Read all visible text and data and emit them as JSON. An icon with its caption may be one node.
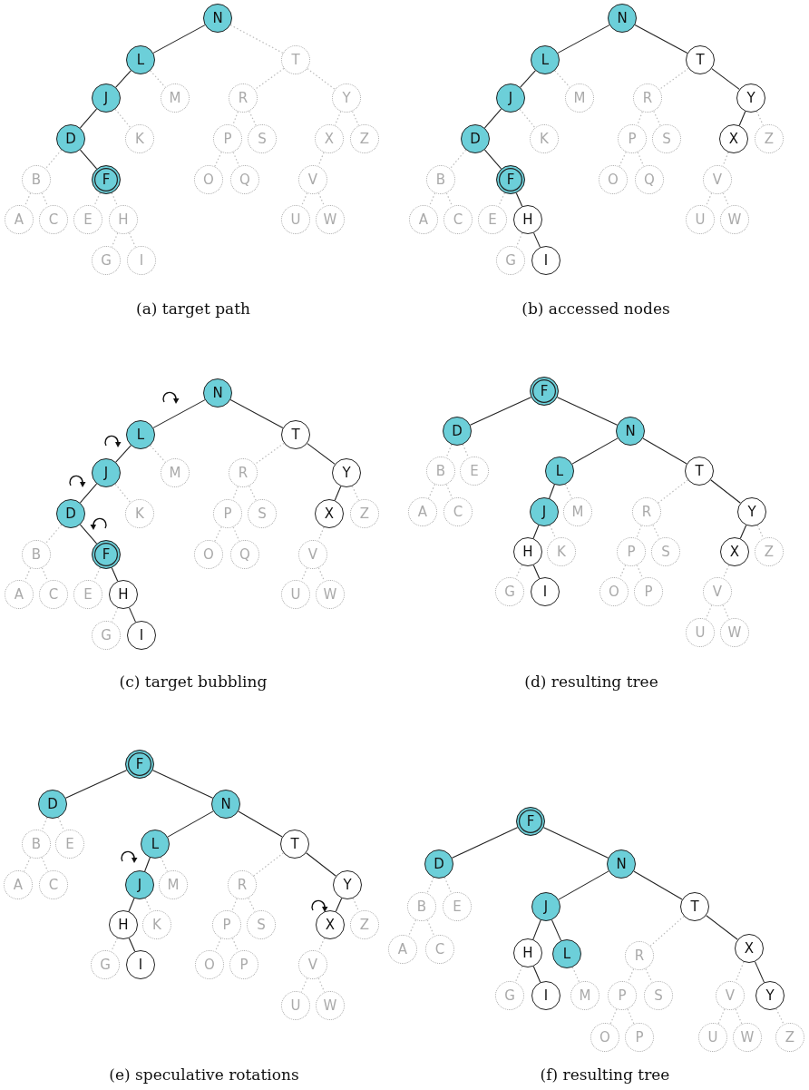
{
  "diagram": {
    "nodes": [
      {
        "text": [
          "N"
        ]
      },
      {
        "text": [
          "L"
        ]
      },
      {
        "text": [
          "T"
        ]
      },
      {
        "text": [
          "J"
        ]
      },
      {
        "text": [
          "M"
        ]
      },
      {
        "text": [
          "R"
        ]
      },
      {
        "text": [
          "Y"
        ]
      },
      {
        "text": [
          "D"
        ]
      },
      {
        "text": [
          "K"
        ]
      },
      {
        "text": [
          "P"
        ]
      },
      {
        "text": [
          "S"
        ]
      },
      {
        "text": [
          "X"
        ]
      },
      {
        "text": [
          "Z"
        ]
      },
      {
        "text": [
          "B"
        ]
      },
      {
        "text": [
          "F"
        ]
      },
      {
        "text": [
          "O"
        ]
      },
      {
        "text": [
          "Q"
        ]
      },
      {
        "text": [
          "V"
        ]
      },
      {
        "text": [
          "A"
        ]
      },
      {
        "text": [
          "C"
        ]
      },
      {
        "text": [
          "E"
        ]
      },
      {
        "text": [
          "H"
        ]
      },
      {
        "text": [
          "U"
        ]
      },
      {
        "text": [
          "W"
        ]
      },
      {
        "text": [
          "G"
        ]
      },
      {
        "text": [
          "I"
        ]
      },
      {
        "text": [
          "N"
        ]
      },
      {
        "text": [
          "L"
        ]
      },
      {
        "text": [
          "T"
        ]
      },
      {
        "text": [
          "J"
        ]
      },
      {
        "text": [
          "M"
        ]
      },
      {
        "text": [
          "R"
        ]
      },
      {
        "text": [
          "Y"
        ]
      },
      {
        "text": [
          "D"
        ]
      },
      {
        "text": [
          "K"
        ]
      },
      {
        "text": [
          "P"
        ]
      },
      {
        "text": [
          "S"
        ]
      },
      {
        "text": [
          "X"
        ]
      },
      {
        "text": [
          "Z"
        ]
      },
      {
        "text": [
          "B"
        ]
      },
      {
        "text": [
          "F"
        ]
      },
      {
        "text": [
          "O"
        ]
      },
      {
        "text": [
          "Q"
        ]
      },
      {
        "text": [
          "V"
        ]
      },
      {
        "text": [
          "A"
        ]
      },
      {
        "text": [
          "C"
        ]
      },
      {
        "text": [
          "E"
        ]
      },
      {
        "text": [
          "H"
        ]
      },
      {
        "text": [
          "U"
        ]
      },
      {
        "text": [
          "W"
        ]
      },
      {
        "text": [
          "G"
        ]
      },
      {
        "text": [
          "I"
        ]
      },
      {
        "text": [
          "N"
        ]
      },
      {
        "text": [
          "L"
        ]
      },
      {
        "text": [
          "T"
        ]
      },
      {
        "text": [
          "J"
        ]
      },
      {
        "text": [
          "M"
        ]
      },
      {
        "text": [
          "R"
        ]
      },
      {
        "text": [
          "Y"
        ]
      },
      {
        "text": [
          "D"
        ]
      },
      {
        "text": [
          "K"
        ]
      },
      {
        "text": [
          "P"
        ]
      },
      {
        "text": [
          "S"
        ]
      },
      {
        "text": [
          "X"
        ]
      },
      {
        "text": [
          "Z"
        ]
      },
      {
        "text": [
          "B"
        ]
      },
      {
        "text": [
          "F"
        ]
      },
      {
        "text": [
          "O"
        ]
      },
      {
        "text": [
          "Q"
        ]
      },
      {
        "text": [
          "V"
        ]
      },
      {
        "text": [
          "A"
        ]
      },
      {
        "text": [
          "C"
        ]
      },
      {
        "text": [
          "E"
        ]
      },
      {
        "text": [
          "H"
        ]
      },
      {
        "text": [
          "U"
        ]
      },
      {
        "text": [
          "W"
        ]
      },
      {
        "text": [
          "G"
        ]
      },
      {
        "text": [
          "I"
        ]
      },
      {
        "text": [
          "F"
        ]
      },
      {
        "text": [
          "D"
        ]
      },
      {
        "text": [
          "N"
        ]
      },
      {
        "text": [
          "B"
        ]
      },
      {
        "text": [
          "E"
        ]
      },
      {
        "text": [
          "L"
        ]
      },
      {
        "text": [
          "T"
        ]
      },
      {
        "text": [
          "A"
        ]
      },
      {
        "text": [
          "C"
        ]
      },
      {
        "text": [
          "J"
        ]
      },
      {
        "text": [
          "M"
        ]
      },
      {
        "text": [
          "R"
        ]
      },
      {
        "text": [
          "Y"
        ]
      },
      {
        "text": [
          "H"
        ]
      },
      {
        "text": [
          "K"
        ]
      },
      {
        "text": [
          "P"
        ]
      },
      {
        "text": [
          "S"
        ]
      },
      {
        "text": [
          "X"
        ]
      },
      {
        "text": [
          "Z"
        ]
      },
      {
        "text": [
          "G"
        ]
      },
      {
        "text": [
          "I"
        ]
      },
      {
        "text": [
          "O"
        ]
      },
      {
        "text": [
          "P"
        ]
      },
      {
        "text": [
          "V"
        ]
      },
      {
        "text": [
          "U"
        ]
      },
      {
        "text": [
          "W"
        ]
      },
      {
        "text": [
          "F"
        ]
      },
      {
        "text": [
          "D"
        ]
      },
      {
        "text": [
          "N"
        ]
      },
      {
        "text": [
          "B"
        ]
      },
      {
        "text": [
          "E"
        ]
      },
      {
        "text": [
          "L"
        ]
      },
      {
        "text": [
          "T"
        ]
      },
      {
        "text": [
          "A"
        ]
      },
      {
        "text": [
          "C"
        ]
      },
      {
        "text": [
          "J"
        ]
      },
      {
        "text": [
          "M"
        ]
      },
      {
        "text": [
          "R"
        ]
      },
      {
        "text": [
          "Y"
        ]
      },
      {
        "text": [
          "H"
        ]
      },
      {
        "text": [
          "K"
        ]
      },
      {
        "text": [
          "P"
        ]
      },
      {
        "text": [
          "S"
        ]
      },
      {
        "text": [
          "X"
        ]
      },
      {
        "text": [
          "Z"
        ]
      },
      {
        "text": [
          "G"
        ]
      },
      {
        "text": [
          "I"
        ]
      },
      {
        "text": [
          "O"
        ]
      },
      {
        "text": [
          "P"
        ]
      },
      {
        "text": [
          "V"
        ]
      },
      {
        "text": [
          "U"
        ]
      },
      {
        "text": [
          "W"
        ]
      },
      {
        "text": [
          "F"
        ]
      },
      {
        "text": [
          "D"
        ]
      },
      {
        "text": [
          "N"
        ]
      },
      {
        "text": [
          "B"
        ]
      },
      {
        "text": [
          "E"
        ]
      },
      {
        "text": [
          "J"
        ]
      },
      {
        "text": [
          "T"
        ]
      },
      {
        "text": [
          "A"
        ]
      },
      {
        "text": [
          "C"
        ]
      },
      {
        "text": [
          "H"
        ]
      },
      {
        "text": [
          "L"
        ]
      },
      {
        "text": [
          "R"
        ]
      },
      {
        "text": [
          "X"
        ]
      },
      {
        "text": [
          "G"
        ]
      },
      {
        "text": [
          "I"
        ]
      },
      {
        "text": [
          "M"
        ]
      },
      {
        "text": [
          "P"
        ]
      },
      {
        "text": [
          "S"
        ]
      },
      {
        "text": [
          "V"
        ]
      },
      {
        "text": [
          "Y"
        ]
      },
      {
        "text": [
          "O"
        ]
      },
      {
        "text": [
          "P"
        ]
      },
      {
        "text": [
          "U"
        ]
      },
      {
        "text": [
          "W"
        ]
      },
      {
        "text": [
          "Z"
        ]
      }
    ],
    "edges": [
      {
        "from": 0,
        "to": 1,
        "arrow": "none",
        "color": "#222222"
      },
      {
        "from": 0,
        "to": 2,
        "arrow": "none",
        "style": "dashed"
      },
      {
        "from": 1,
        "to": 3,
        "arrow": "none",
        "color": "#222222"
      },
      {
        "from": 1,
        "to": 4,
        "arrow": "none",
        "style": "dashed"
      },
      {
        "from": 2,
        "to": 5,
        "arrow": "none",
        "style": "dashed"
      },
      {
        "from": 2,
        "to": 6,
        "arrow": "none",
        "style": "dashed"
      },
      {
        "from": 3,
        "to": 7,
        "arrow": "none",
        "color": "#222222"
      },
      {
        "from": 3,
        "to": 8,
        "arrow": "none",
        "style": "dashed"
      },
      {
        "from": 5,
        "to": 9,
        "arrow": "none",
        "style": "dashed"
      },
      {
        "from": 5,
        "to": 10,
        "arrow": "none",
        "style": "dashed"
      },
      {
        "from": 6,
        "to": 11,
        "arrow": "none",
        "style": "dashed"
      },
      {
        "from": 6,
        "to": 12,
        "arrow": "none",
        "style": "dashed"
      },
      {
        "from": 7,
        "to": 13,
        "arrow": "none",
        "style": "dashed"
      },
      {
        "from": 7,
        "to": 14,
        "arrow": "none",
        "color": "#222222"
      },
      {
        "from": 9,
        "to": 15,
        "arrow": "none",
        "style": "dashed"
      },
      {
        "from": 9,
        "to": 16,
        "arrow": "none",
        "style": "dashed"
      },
      {
        "from": 11,
        "to": 17,
        "arrow": "none",
        "style": "dashed"
      },
      {
        "from": 13,
        "to": 18,
        "arrow": "none",
        "style": "dashed"
      },
      {
        "from": 13,
        "to": 19,
        "arrow": "none",
        "style": "dashed"
      },
      {
        "from": 14,
        "to": 20,
        "arrow": "none",
        "style": "dashed"
      },
      {
        "from": 14,
        "to": 21,
        "arrow": "none",
        "style": "dashed"
      },
      {
        "from": 17,
        "to": 22,
        "arrow": "none",
        "style": "dashed"
      },
      {
        "from": 17,
        "to": 23,
        "arrow": "none",
        "style": "dashed"
      },
      {
        "from": 21,
        "to": 24,
        "arrow": "none",
        "style": "dashed"
      },
      {
        "from": 21,
        "to": 25,
        "arrow": "none",
        "style": "dashed"
      },
      {
        "from": 26,
        "to": 27,
        "arrow": "none",
        "color": "#222222"
      },
      {
        "from": 26,
        "to": 28,
        "arrow": "none",
        "color": "#222222"
      },
      {
        "from": 27,
        "to": 29,
        "arrow": "none",
        "color": "#222222"
      },
      {
        "from": 27,
        "to": 30,
        "arrow": "none",
        "style": "dashed"
      },
      {
        "from": 28,
        "to": 31,
        "arrow": "none",
        "style": "dashed"
      },
      {
        "from": 28,
        "to": 32,
        "arrow": "none",
        "color": "#222222"
      },
      {
        "from": 29,
        "to": 33,
        "arrow": "none",
        "color": "#222222"
      },
      {
        "from": 29,
        "to": 34,
        "arrow": "none",
        "style": "dashed"
      },
      {
        "from": 31,
        "to": 35,
        "arrow": "none",
        "style": "dashed"
      },
      {
        "from": 31,
        "to": 36,
        "arrow": "none",
        "style": "dashed"
      },
      {
        "from": 32,
        "to": 37,
        "arrow": "none",
        "color": "#222222"
      },
      {
        "from": 32,
        "to": 38,
        "arrow": "none",
        "style": "dashed"
      },
      {
        "from": 33,
        "to": 39,
        "arrow": "none",
        "style": "dashed"
      },
      {
        "from": 33,
        "to": 40,
        "arrow": "none",
        "color": "#222222"
      },
      {
        "from": 35,
        "to": 41,
        "arrow": "none",
        "style": "dashed"
      },
      {
        "from": 35,
        "to": 42,
        "arrow": "none",
        "style": "dashed"
      },
      {
        "from": 37,
        "to": 43,
        "arrow": "none",
        "style": "dashed"
      },
      {
        "from": 39,
        "to": 44,
        "arrow": "none",
        "style": "dashed"
      },
      {
        "from": 39,
        "to": 45,
        "arrow": "none",
        "style": "dashed"
      },
      {
        "from": 40,
        "to": 46,
        "arrow": "none",
        "style": "dashed"
      },
      {
        "from": 40,
        "to": 47,
        "arrow": "none",
        "color": "#222222"
      },
      {
        "from": 43,
        "to": 48,
        "arrow": "none",
        "style": "dashed"
      },
      {
        "from": 43,
        "to": 49,
        "arrow": "none",
        "style": "dashed"
      },
      {
        "from": 47,
        "to": 50,
        "arrow": "none",
        "style": "dashed"
      },
      {
        "from": 47,
        "to": 51,
        "arrow": "none",
        "color": "#222222"
      },
      {
        "from": 52,
        "to": 53,
        "arrow": "none",
        "color": "#222222"
      },
      {
        "from": 52,
        "to": 54,
        "arrow": "none",
        "color": "#222222"
      },
      {
        "from": 53,
        "to": 55,
        "arrow": "none",
        "color": "#222222"
      },
      {
        "from": 53,
        "to": 56,
        "arrow": "none",
        "style": "dashed"
      },
      {
        "from": 54,
        "to": 57,
        "arrow": "none",
        "style": "dashed"
      },
      {
        "from": 54,
        "to": 58,
        "arrow": "none",
        "color": "#222222"
      },
      {
        "from": 55,
        "to": 59,
        "arrow": "none",
        "color": "#222222"
      },
      {
        "from": 55,
        "to": 60,
        "arrow": "none",
        "style": "dashed"
      },
      {
        "from": 57,
        "to": 61,
        "arrow": "none",
        "style": "dashed"
      },
      {
        "from": 57,
        "to": 62,
        "arrow": "none",
        "style": "dashed"
      },
      {
        "from": 58,
        "to": 63,
        "arrow": "none",
        "color": "#222222"
      },
      {
        "from": 58,
        "to": 64,
        "arrow": "none",
        "style": "dashed"
      },
      {
        "from": 59,
        "to": 65,
        "arrow": "none",
        "style": "dashed"
      },
      {
        "from": 59,
        "to": 66,
        "arrow": "none",
        "color": "#222222"
      },
      {
        "from": 61,
        "to": 67,
        "arrow": "none",
        "style": "dashed"
      },
      {
        "from": 61,
        "to": 68,
        "arrow": "none",
        "style": "dashed"
      },
      {
        "from": 63,
        "to": 69,
        "arrow": "none",
        "style": "dashed"
      },
      {
        "from": 65,
        "to": 70,
        "arrow": "none",
        "style": "dashed"
      },
      {
        "from": 65,
        "to": 71,
        "arrow": "none",
        "style": "dashed"
      },
      {
        "from": 66,
        "to": 72,
        "arrow": "none",
        "style": "dashed"
      },
      {
        "from": 66,
        "to": 73,
        "arrow": "none",
        "color": "#222222"
      },
      {
        "from": 69,
        "to": 74,
        "arrow": "none",
        "style": "dashed"
      },
      {
        "from": 69,
        "to": 75,
        "arrow": "none",
        "style": "dashed"
      },
      {
        "from": 73,
        "to": 76,
        "arrow": "none",
        "style": "dashed"
      },
      {
        "from": 73,
        "to": 77,
        "arrow": "none",
        "color": "#222222"
      },
      {
        "from": 78,
        "to": 79,
        "arrow": "none",
        "color": "#222222"
      },
      {
        "from": 78,
        "to": 80,
        "arrow": "none",
        "color": "#222222"
      },
      {
        "from": 79,
        "to": 81,
        "arrow": "none",
        "style": "dashed"
      },
      {
        "from": 79,
        "to": 82,
        "arrow": "none",
        "style": "dashed"
      },
      {
        "from": 80,
        "to": 83,
        "arrow": "none",
        "color": "#222222"
      },
      {
        "from": 80,
        "to": 84,
        "arrow": "none",
        "color": "#222222"
      },
      {
        "from": 81,
        "to": 85,
        "arrow": "none",
        "style": "dashed"
      },
      {
        "from": 81,
        "to": 86,
        "arrow": "none",
        "style": "dashed"
      },
      {
        "from": 83,
        "to": 87,
        "arrow": "none",
        "color": "#222222"
      },
      {
        "from": 83,
        "to": 88,
        "arrow": "none",
        "style": "dashed"
      },
      {
        "from": 84,
        "to": 89,
        "arrow": "none",
        "style": "dashed"
      },
      {
        "from": 84,
        "to": 90,
        "arrow": "none",
        "color": "#222222"
      },
      {
        "from": 87,
        "to": 91,
        "arrow": "none",
        "color": "#222222"
      },
      {
        "from": 87,
        "to": 92,
        "arrow": "none",
        "style": "dashed"
      },
      {
        "from": 89,
        "to": 93,
        "arrow": "none",
        "style": "dashed"
      },
      {
        "from": 89,
        "to": 94,
        "arrow": "none",
        "style": "dashed"
      },
      {
        "from": 90,
        "to": 95,
        "arrow": "none",
        "color": "#222222"
      },
      {
        "from": 90,
        "to": 96,
        "arrow": "none",
        "style": "dashed"
      },
      {
        "from": 91,
        "to": 97,
        "arrow": "none",
        "style": "dashed"
      },
      {
        "from": 91,
        "to": 98,
        "arrow": "none",
        "color": "#222222"
      },
      {
        "from": 93,
        "to": 99,
        "arrow": "none",
        "style": "dashed"
      },
      {
        "from": 93,
        "to": 100,
        "arrow": "none",
        "style": "dashed"
      },
      {
        "from": 95,
        "to": 101,
        "arrow": "none",
        "style": "dashed"
      },
      {
        "from": 101,
        "to": 102,
        "arrow": "none",
        "style": "dashed"
      },
      {
        "from": 101,
        "to": 103,
        "arrow": "none",
        "style": "dashed"
      },
      {
        "from": 104,
        "to": 105,
        "arrow": "none",
        "color": "#222222"
      },
      {
        "from": 104,
        "to": 106,
        "arrow": "none",
        "color": "#222222"
      },
      {
        "from": 105,
        "to": 107,
        "arrow": "none",
        "style": "dashed"
      },
      {
        "from": 105,
        "to": 108,
        "arrow": "none",
        "style": "dashed"
      },
      {
        "from": 106,
        "to": 109,
        "arrow": "none",
        "color": "#222222"
      },
      {
        "from": 106,
        "to": 110,
        "arrow": "none",
        "color": "#222222"
      },
      {
        "from": 107,
        "to": 111,
        "arrow": "none",
        "style": "dashed"
      },
      {
        "from": 107,
        "to": 112,
        "arrow": "none",
        "style": "dashed"
      },
      {
        "from": 109,
        "to": 113,
        "arrow": "none",
        "color": "#222222"
      },
      {
        "from": 109,
        "to": 114,
        "arrow": "none",
        "style": "dashed"
      },
      {
        "from": 110,
        "to": 115,
        "arrow": "none",
        "style": "dashed"
      },
      {
        "from": 110,
        "to": 116,
        "arrow": "none",
        "color": "#222222"
      },
      {
        "from": 113,
        "to": 117,
        "arrow": "none",
        "color": "#222222"
      },
      {
        "from": 113,
        "to": 118,
        "arrow": "none",
        "style": "dashed"
      },
      {
        "from": 115,
        "to": 119,
        "arrow": "none",
        "style": "dashed"
      },
      {
        "from": 115,
        "to": 120,
        "arrow": "none",
        "style": "dashed"
      },
      {
        "from": 116,
        "to": 121,
        "arrow": "none",
        "color": "#222222"
      },
      {
        "from": 116,
        "to": 122,
        "arrow": "none",
        "style": "dashed"
      },
      {
        "from": 117,
        "to": 123,
        "arrow": "none",
        "style": "dashed"
      },
      {
        "from": 117,
        "to": 124,
        "arrow": "none",
        "color": "#222222"
      },
      {
        "from": 119,
        "to": 125,
        "arrow": "none",
        "style": "dashed"
      },
      {
        "from": 119,
        "to": 126,
        "arrow": "none",
        "style": "dashed"
      },
      {
        "from": 121,
        "to": 127,
        "arrow": "none",
        "style": "dashed"
      },
      {
        "from": 127,
        "to": 128,
        "arrow": "none",
        "style": "dashed"
      },
      {
        "from": 127,
        "to": 129,
        "arrow": "none",
        "style": "dashed"
      },
      {
        "from": 130,
        "to": 131,
        "arrow": "none",
        "color": "#222222"
      },
      {
        "from": 130,
        "to": 132,
        "arrow": "none",
        "color": "#222222"
      },
      {
        "from": 131,
        "to": 133,
        "arrow": "none",
        "style": "dashed"
      },
      {
        "from": 131,
        "to": 134,
        "arrow": "none",
        "style": "dashed"
      },
      {
        "from": 132,
        "to": 135,
        "arrow": "none",
        "color": "#222222"
      },
      {
        "from": 132,
        "to": 136,
        "arrow": "none",
        "color": "#222222"
      },
      {
        "from": 133,
        "to": 137,
        "arrow": "none",
        "style": "dashed"
      },
      {
        "from": 133,
        "to": 138,
        "arrow": "none",
        "style": "dashed"
      },
      {
        "from": 135,
        "to": 139,
        "arrow": "none",
        "color": "#222222"
      },
      {
        "from": 135,
        "to": 140,
        "arrow": "none",
        "color": "#222222"
      },
      {
        "from": 136,
        "to": 141,
        "arrow": "none",
        "style": "dashed"
      },
      {
        "from": 136,
        "to": 142,
        "arrow": "none",
        "color": "#222222"
      },
      {
        "from": 139,
        "to": 143,
        "arrow": "none",
        "style": "dashed"
      },
      {
        "from": 139,
        "to": 144,
        "arrow": "none",
        "color": "#222222"
      },
      {
        "from": 140,
        "to": 145,
        "arrow": "none",
        "style": "dashed"
      },
      {
        "from": 141,
        "to": 146,
        "arrow": "none",
        "style": "dashed"
      },
      {
        "from": 141,
        "to": 147,
        "arrow": "none",
        "style": "dashed"
      },
      {
        "from": 142,
        "to": 148,
        "arrow": "none",
        "style": "dashed"
      },
      {
        "from": 142,
        "to": 149,
        "arrow": "none",
        "color": "#222222"
      },
      {
        "from": 146,
        "to": 150,
        "arrow": "none",
        "style": "dashed"
      },
      {
        "from": 146,
        "to": 151,
        "arrow": "none",
        "style": "dashed"
      },
      {
        "from": 148,
        "to": 152,
        "arrow": "none",
        "style": "dashed"
      },
      {
        "from": 148,
        "to": 153,
        "arrow": "none",
        "style": "dashed"
      },
      {
        "from": 149,
        "to": 154,
        "arrow": "none",
        "style": "dashed"
      }
    ],
    "labels": [
      "(a) target path",
      "(b) accessed nodes",
      "(c) target bubbling",
      "(d) resulting tree",
      "(e) speculative rotations",
      "(f) resulting tree"
    ]
  }
}
